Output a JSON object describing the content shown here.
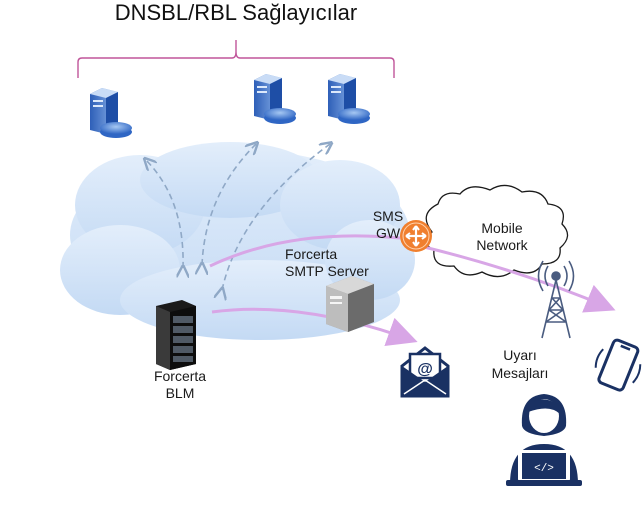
{
  "title": "DNSBL/RBL Sağlayıcılar",
  "labels": {
    "sms_gw_line1": "SMS",
    "sms_gw_line2": "GW",
    "mobile_network_line1": "Mobile",
    "mobile_network_line2": "Network",
    "smtp_line1": "Forcerta",
    "smtp_line2": "SMTP Server",
    "blm_line1": "Forcerta",
    "blm_line2": "BLM",
    "alerts_line1": "Uyarı",
    "alerts_line2": "Mesajları"
  },
  "colors": {
    "cloud": "#cfe2f7",
    "brace": "#c0559a",
    "flow": "#d8a6e6",
    "dashed": "#8fa8c6",
    "navy": "#1a3163",
    "router": "#f07f2e"
  },
  "icons": [
    "server-icon",
    "rack-server-icon",
    "smtp-server-icon",
    "router-icon",
    "cell-tower-icon",
    "email-icon",
    "mobile-phone-icon",
    "developer-user-icon"
  ]
}
